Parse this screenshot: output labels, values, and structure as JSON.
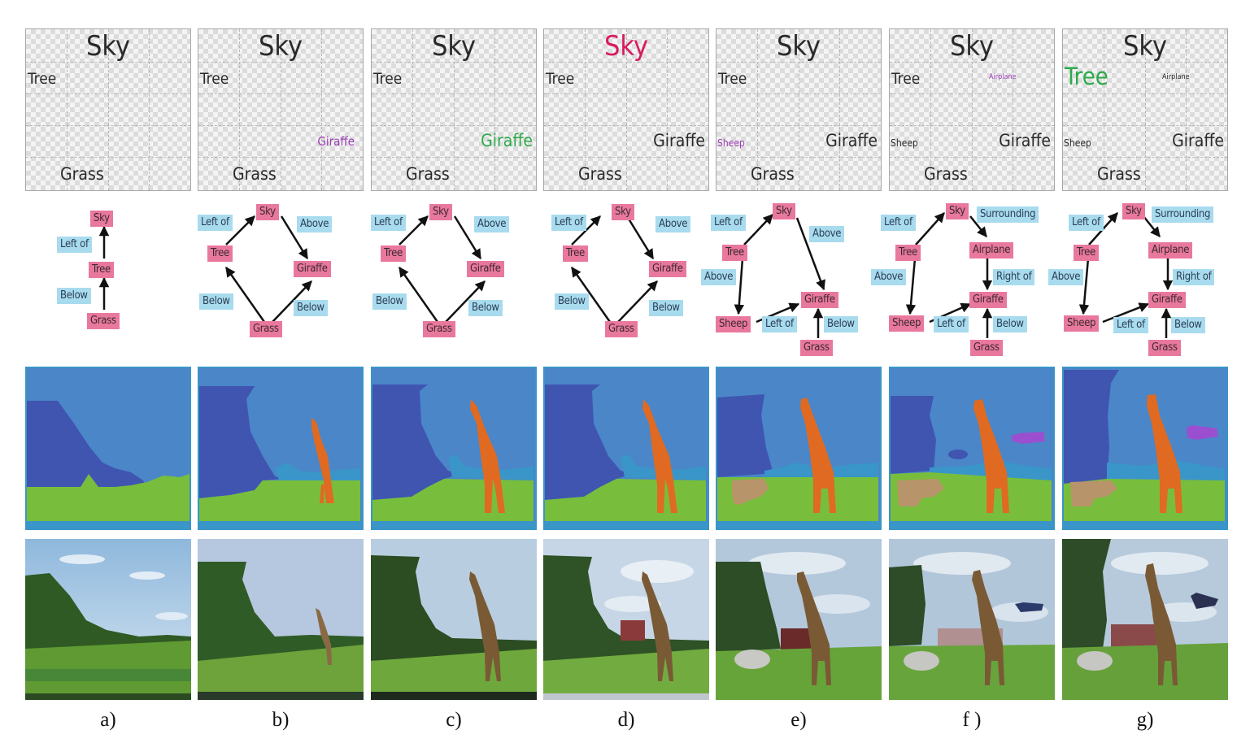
{
  "figure": {
    "colors": {
      "object_node": "#e9789d",
      "relation_node": "#a8dbee",
      "highlight_pink": "#d81b60",
      "highlight_green": "#2eaa4a",
      "highlight_purple": "#9b3fb5",
      "seg_sky": "#4a86c8",
      "seg_tree": "#3f55b0",
      "seg_grass": "#78be3c",
      "seg_giraffe": "#e06a22",
      "seg_sheep": "#b8946a",
      "seg_airplane": "#9a4fd0"
    },
    "panels": [
      {
        "caption": "a)",
        "layout": {
          "sky": "Sky",
          "tree": "Tree",
          "grass": "Grass"
        },
        "graph": {
          "nodes": {
            "sky": "Sky",
            "tree": "Tree",
            "grass": "Grass"
          },
          "relations": {
            "r1": "Left of",
            "r2": "Below"
          }
        }
      },
      {
        "caption": "b)",
        "layout": {
          "sky": "Sky",
          "tree": "Tree",
          "giraffe": "Giraffe",
          "grass": "Grass"
        },
        "graph": {
          "nodes": {
            "sky": "Sky",
            "tree": "Tree",
            "giraffe": "Giraffe",
            "grass": "Grass"
          },
          "relations": {
            "r1": "Left of",
            "r2": "Above",
            "r3": "Below",
            "r4": "Below"
          }
        }
      },
      {
        "caption": "c)",
        "layout": {
          "sky": "Sky",
          "tree": "Tree",
          "giraffe": "Giraffe",
          "grass": "Grass"
        },
        "graph": {
          "nodes": {
            "sky": "Sky",
            "tree": "Tree",
            "giraffe": "Giraffe",
            "grass": "Grass"
          },
          "relations": {
            "r1": "Left of",
            "r2": "Above",
            "r3": "Below",
            "r4": "Below"
          }
        }
      },
      {
        "caption": "d)",
        "layout": {
          "sky": "Sky",
          "tree": "Tree",
          "giraffe": "Giraffe",
          "grass": "Grass"
        },
        "graph": {
          "nodes": {
            "sky": "Sky",
            "tree": "Tree",
            "giraffe": "Giraffe",
            "grass": "Grass"
          },
          "relations": {
            "r1": "Left of",
            "r2": "Above",
            "r3": "Below",
            "r4": "Below"
          }
        }
      },
      {
        "caption": "e)",
        "layout": {
          "sky": "Sky",
          "tree": "Tree",
          "sheep": "Sheep",
          "giraffe": "Giraffe",
          "grass": "Grass"
        },
        "graph": {
          "nodes": {
            "sky": "Sky",
            "tree": "Tree",
            "giraffe": "Giraffe",
            "sheep": "Sheep",
            "grass": "Grass"
          },
          "relations": {
            "r1": "Left of",
            "r2": "Above",
            "r3": "Above",
            "r4": "Left of",
            "r5": "Below"
          }
        }
      },
      {
        "caption": "f )",
        "layout": {
          "sky": "Sky",
          "tree": "Tree",
          "airplane": "Airplane",
          "sheep": "Sheep",
          "giraffe": "Giraffe",
          "grass": "Grass"
        },
        "graph": {
          "nodes": {
            "sky": "Sky",
            "tree": "Tree",
            "airplane": "Airplane",
            "giraffe": "Giraffe",
            "sheep": "Sheep",
            "grass": "Grass"
          },
          "relations": {
            "r1": "Left of",
            "r2": "Surrounding",
            "r3": "Above",
            "r4": "Right of",
            "r5": "Left of",
            "r6": "Below"
          }
        }
      },
      {
        "caption": "g)",
        "layout": {
          "sky": "Sky",
          "tree": "Tree",
          "airplane": "Airplane",
          "sheep": "Sheep",
          "giraffe": "Giraffe",
          "grass": "Grass"
        },
        "graph": {
          "nodes": {
            "sky": "Sky",
            "tree": "Tree",
            "airplane": "Airplane",
            "giraffe": "Giraffe",
            "sheep": "Sheep",
            "grass": "Grass"
          },
          "relations": {
            "r1": "Left of",
            "r2": "Surrounding",
            "r3": "Above",
            "r4": "Right of",
            "r5": "Left of",
            "r6": "Below"
          }
        }
      }
    ]
  }
}
